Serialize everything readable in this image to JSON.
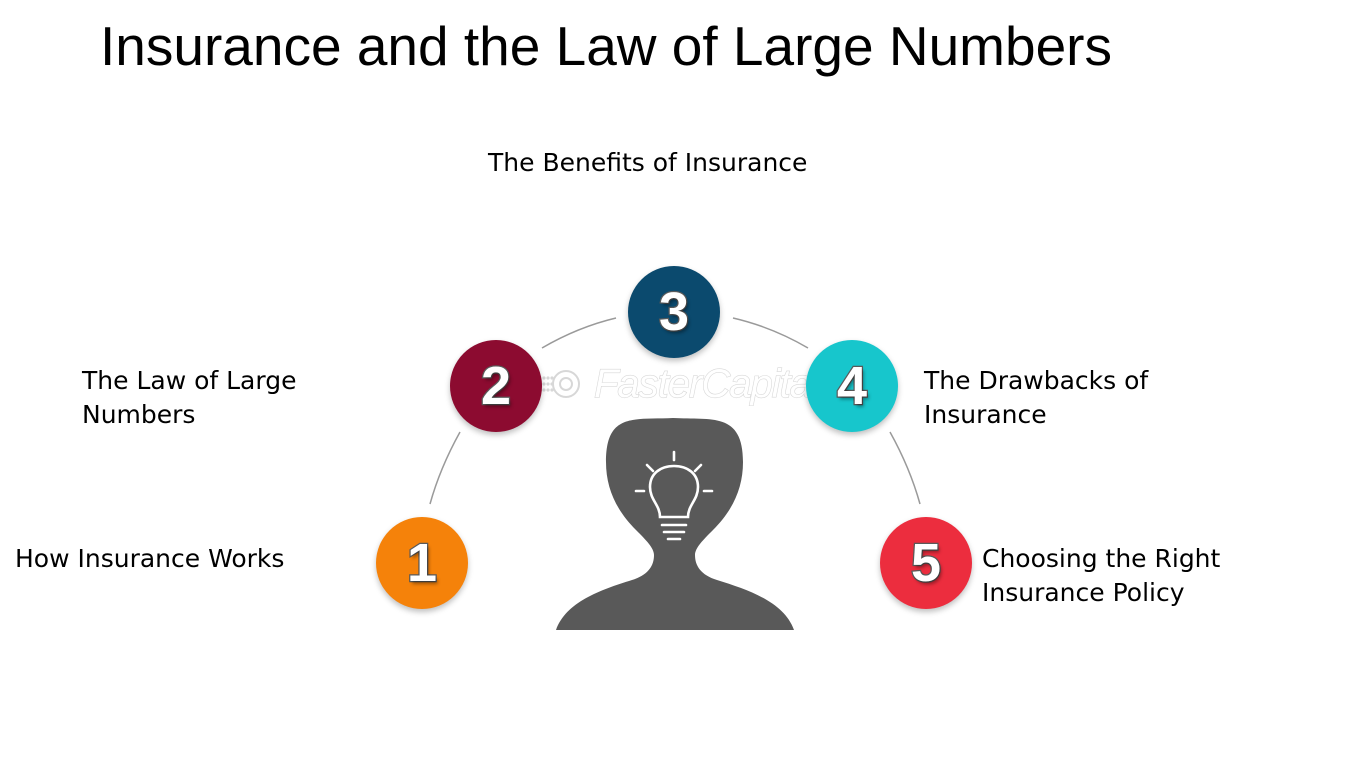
{
  "title": "Insurance and the Law of Large Numbers",
  "watermark": "FasterCapital",
  "items": [
    {
      "number": "1",
      "lines": [
        "How Insurance Works"
      ],
      "color": "#f5820a"
    },
    {
      "number": "2",
      "lines": [
        "The Law of Large",
        "Numbers"
      ],
      "color": "#8c0b30"
    },
    {
      "number": "3",
      "lines": [
        "The Benefits of Insurance"
      ],
      "color": "#0b4a6e"
    },
    {
      "number": "4",
      "lines": [
        "The Drawbacks of",
        "Insurance"
      ],
      "color": "#17c6cc"
    },
    {
      "number": "5",
      "lines": [
        "Choosing the Right",
        "Insurance Policy"
      ],
      "color": "#ec2d3e"
    }
  ],
  "icons": {
    "head": "head-silhouette-icon",
    "bulb": "light-bulb-icon"
  },
  "colors": {
    "head": "#595959",
    "arc": "#9a9a9a"
  }
}
